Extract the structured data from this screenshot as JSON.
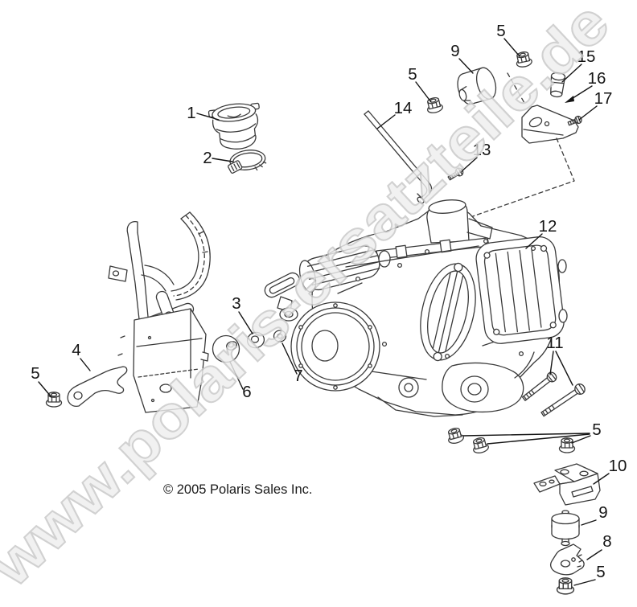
{
  "diagram": {
    "copyright": "© 2005 Polaris Sales Inc.",
    "watermark": "www.polaris-ersatzteile.de",
    "colors": {
      "background": "#ffffff",
      "line_art": "#3a3a3a",
      "callout_text": "#141414",
      "watermark_fill": "#eeeeee",
      "watermark_outline": "#c8c8c8"
    },
    "callouts": [
      "1",
      "2",
      "5",
      "9",
      "15",
      "16",
      "17",
      "14",
      "5",
      "13",
      "12",
      "3",
      "7",
      "6",
      "4",
      "5",
      "11",
      "5",
      "10",
      "9",
      "8",
      "5"
    ]
  }
}
